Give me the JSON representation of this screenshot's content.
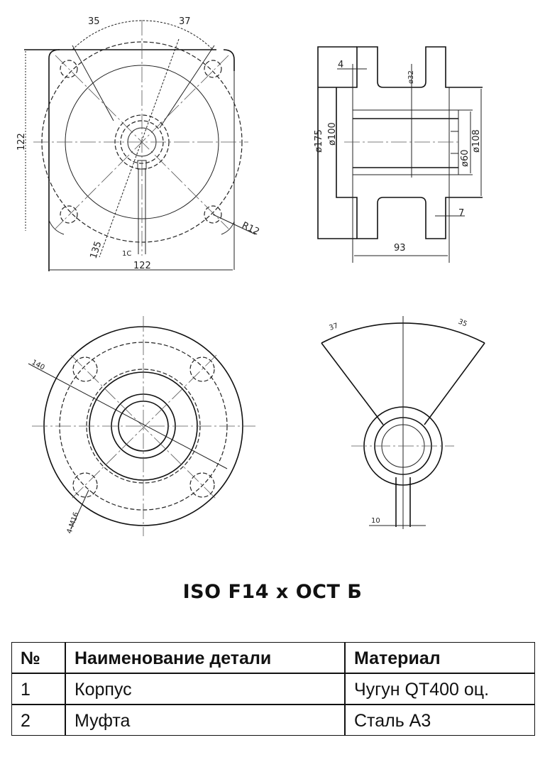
{
  "views": {
    "front": {
      "dims": {
        "angle_left": "35",
        "angle_right": "37",
        "height": "122",
        "width": "122",
        "diameter": "135",
        "key": "1C",
        "radius": "R12"
      }
    },
    "side": {
      "dims": {
        "wall": "4",
        "d_small": "ø32",
        "d_outer": "ø175",
        "d_flange": "ø100",
        "d_108": "ø108",
        "d_60": "ø60",
        "thick": "7",
        "length": "93"
      }
    },
    "flange": {
      "dims": {
        "diameter": "140",
        "bolts": "4-M16"
      }
    },
    "coupling": {
      "dims": {
        "angle_left": "37",
        "angle_right": "35",
        "key": "10"
      }
    }
  },
  "title": "ISO F14 x ОСТ Б",
  "table": {
    "headers": [
      "№",
      "Наименование детали",
      "Материал"
    ],
    "rows": [
      [
        "1",
        "Корпус",
        "Чугун QT400 оц."
      ],
      [
        "2",
        "Муфта",
        "Сталь А3"
      ]
    ]
  }
}
